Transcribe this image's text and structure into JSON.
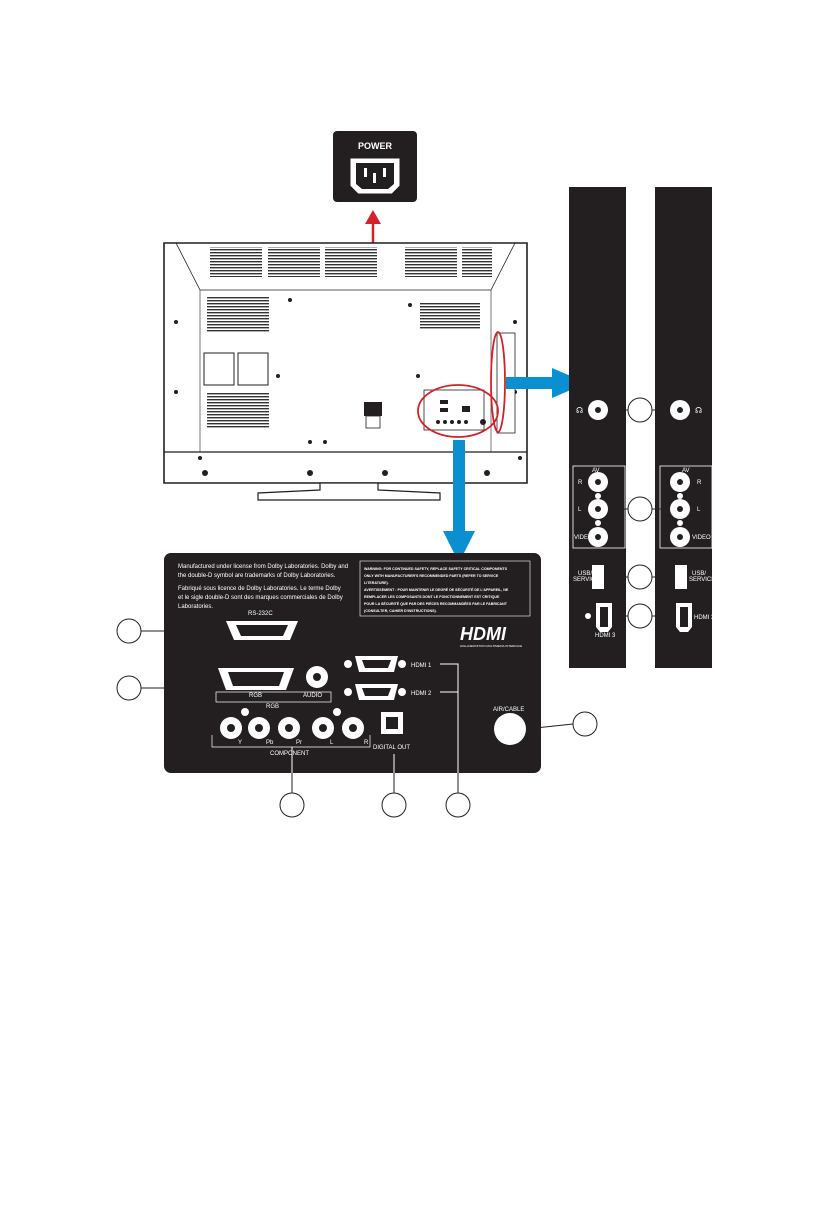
{
  "power": {
    "label": "POWER"
  },
  "dolby": {
    "line1": "Manufactured under license from Dolby Laboratories. Dolby and",
    "line2": "the double-D symbol are trademarks of Dolby Laboratories.",
    "line3": "Fabriqué sous licence de Dolby Laboratories. Le terme Dolby",
    "line4": "et le sigle double-D sont des marques commerciales de Dolby",
    "line5": "Laboratories."
  },
  "warning": {
    "line1": "WARNING: FOR CONTINUED SAFETY, REPLACE SAFETY CRITICAL COMPONENTS",
    "line2": "ONLY WITH MANUFACTURER'S RECOMMENDED PARTS (REFER TO SERVICE",
    "line3": "LITERATURE).",
    "line4": "AVERTISSEMENT : POUR MAINTENIR LE DEGRÉ DE SÉCURITÉ DE L'APPAREIL, NE",
    "line5": "REMPLACER LES COMPOSANTS DONT LE FONCTIONNEMENT EST CRITIQUE",
    "line6": "POUR LA SÉCURITÉ QUE PAR DES PIÈCES RECOMMANDÉES PAR LE FABRICANT",
    "line7": "(CONSULTER, CAHIER D'INSTRUCTIONS)."
  },
  "hdmi_logo": {
    "brand": "HDMI",
    "tagline": "HIGH-DEFINITION MULTIMEDIA INTERFACE"
  },
  "ports": {
    "rs232c": "RS-232C",
    "rgb": "RGB",
    "audio": "AUDIO",
    "rgb_group": "RGB",
    "hdmi1": "HDMI 1",
    "hdmi2": "HDMI 2",
    "y": "Y",
    "pb": "Pb",
    "pr": "Pr",
    "l": "L",
    "r": "R",
    "component": "COMPONENT",
    "digital_out": "DIGITAL OUT",
    "air_cable": "AIR/CABLE"
  },
  "side_panel": {
    "av": "AV",
    "r": "R",
    "l": "L",
    "video": "VIDEO",
    "usb_service_1": "USB/",
    "usb_service_2": "SERVICE",
    "hdmi3": "HDMI 3"
  },
  "colors": {
    "arrow_red": "#d3222a",
    "arrow_blue": "#0a8fd0",
    "panel": "#231f20"
  }
}
